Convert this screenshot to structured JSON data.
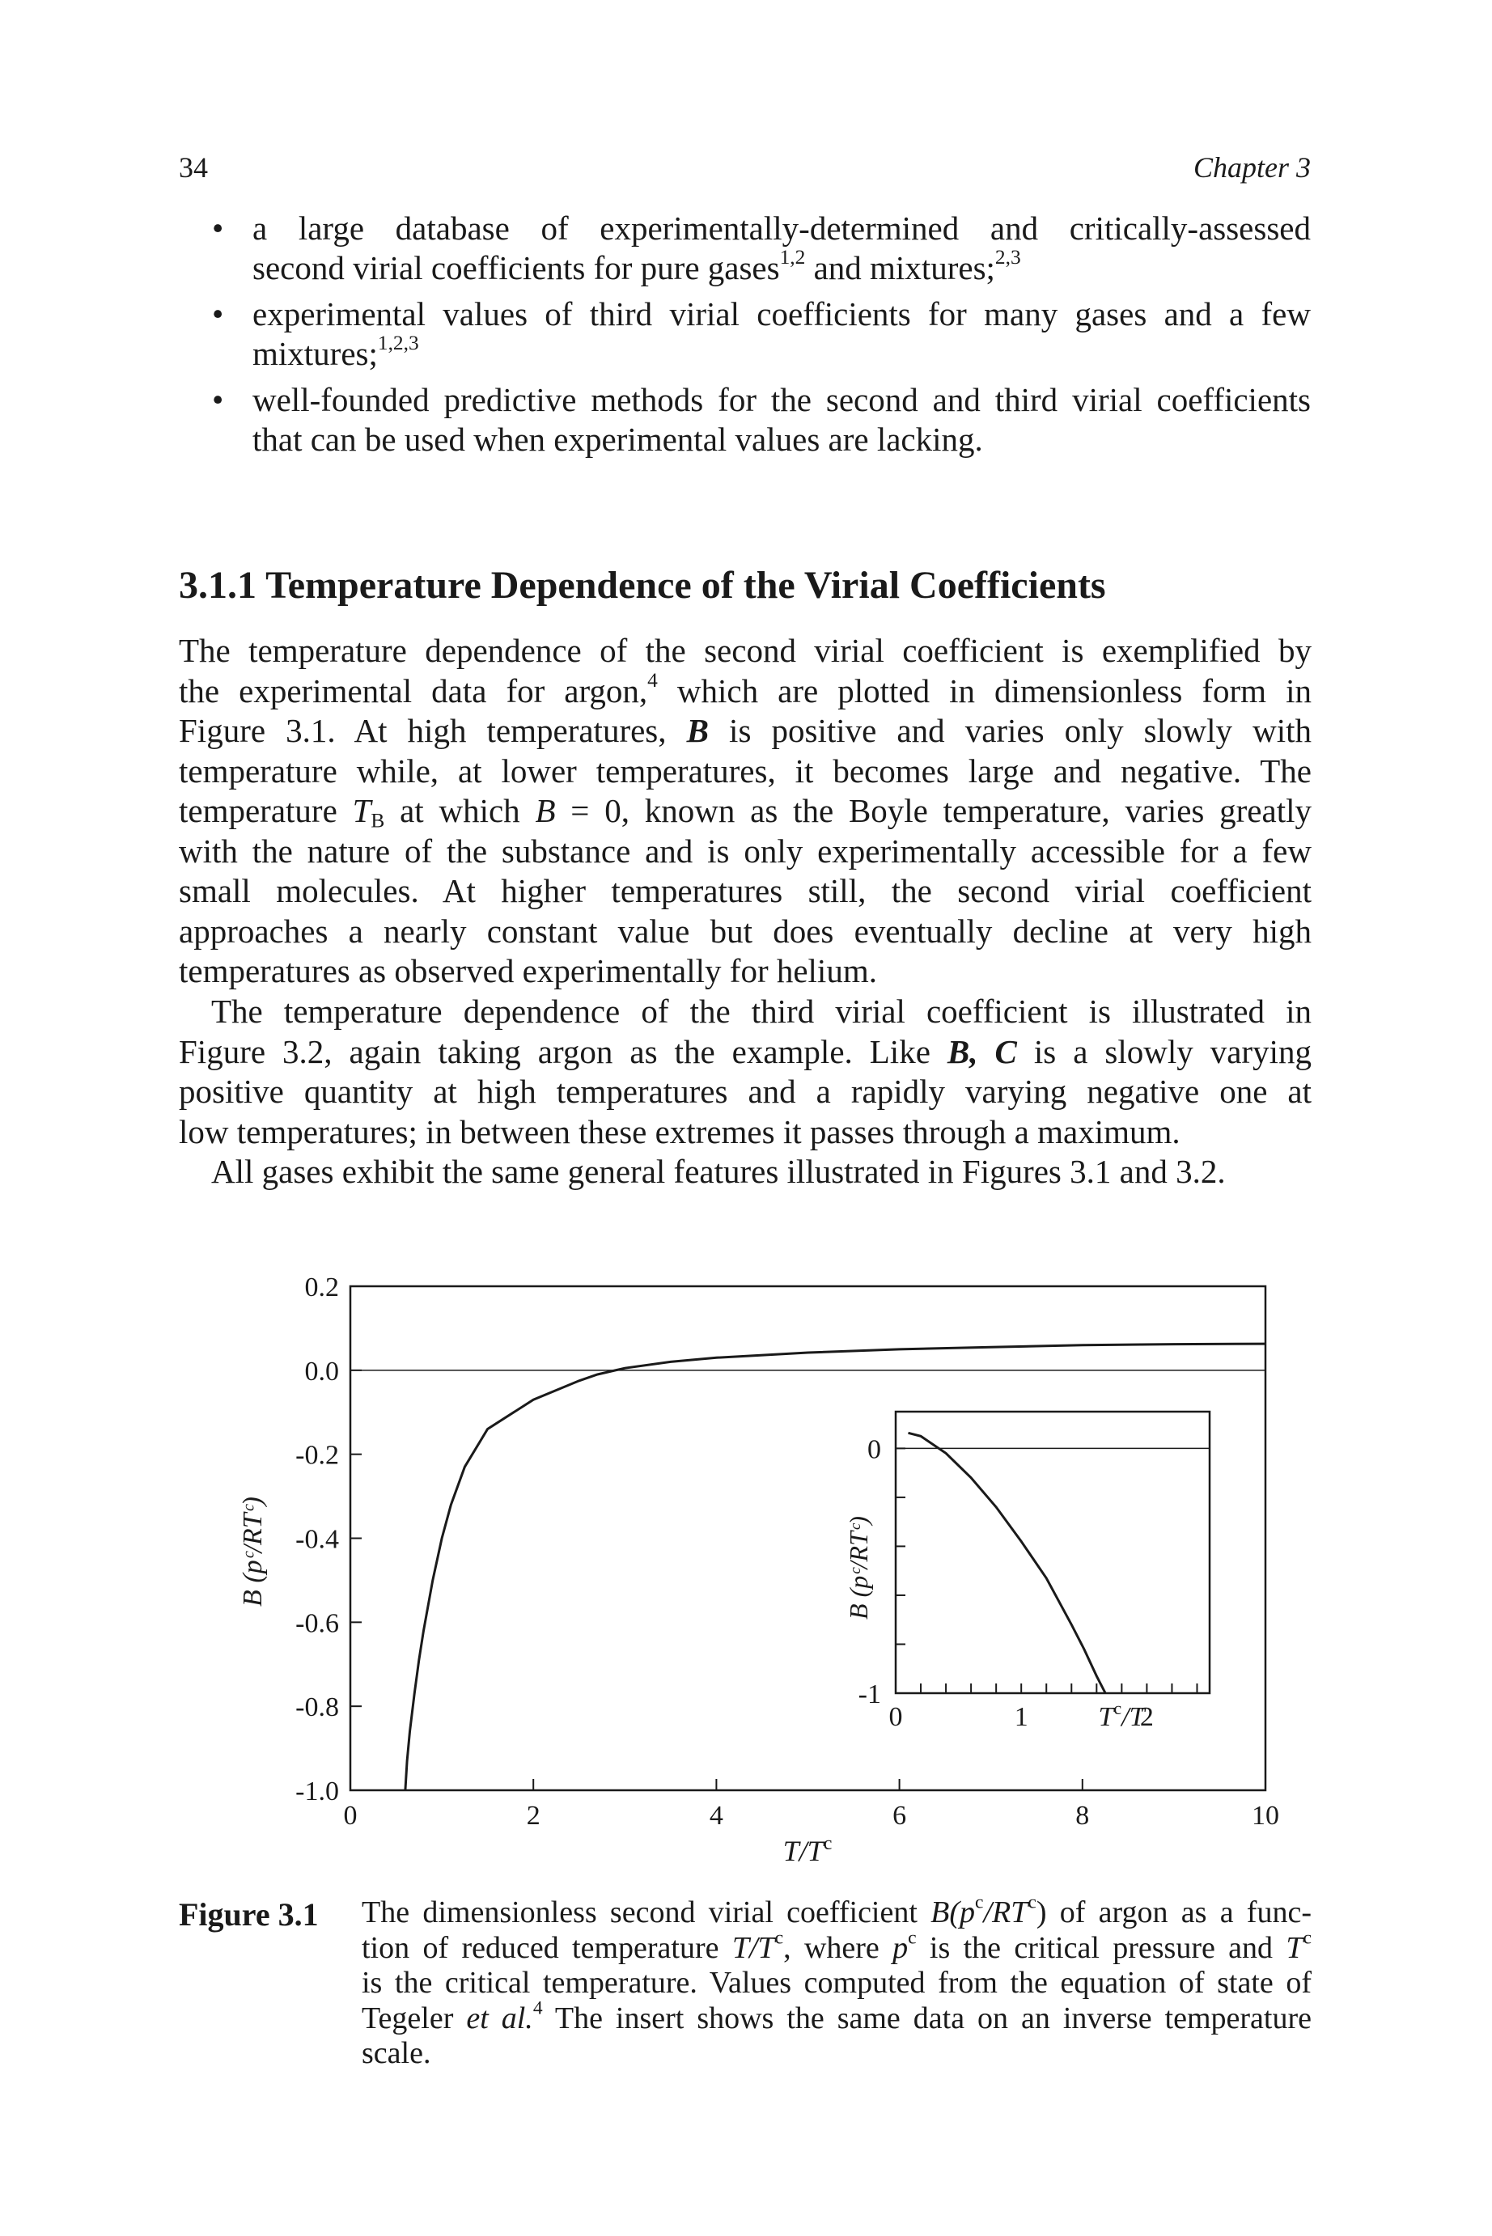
{
  "header": {
    "page_number": "34",
    "chapter": "Chapter 3"
  },
  "bullets": [
    {
      "line1": "a large database of experimentally-determined and critically-assessed",
      "line2_a": "second virial coefficients for pure gases",
      "line2_sup1": "1,2",
      "line2_b": " and mixtures;",
      "line2_sup2": "2,3"
    },
    {
      "line1": "experimental values of third virial coefficients for many gases and a few",
      "line2_a": "mixtures;",
      "line2_sup1": "1,2,3"
    },
    {
      "line1": "well-founded predictive methods for the second and third virial coefficients",
      "line2_a": "that can be used when experimental values are lacking."
    }
  ],
  "section": {
    "heading": "3.1.1  Temperature Dependence of the Virial Coefficients"
  },
  "para1": {
    "l1": "The temperature dependence of the second virial coefficient is exemplified by",
    "l2_a": "the experimental data for argon,",
    "l2_sup": "4",
    "l2_b": " which are plotted in dimensionless form in",
    "l3_a": "Figure 3.1. At high temperatures, ",
    "l3_B": "B",
    "l3_b": " is positive and varies only slowly with",
    "l4": "temperature while, at lower temperatures, it becomes large and negative. The",
    "l5_a": "temperature ",
    "l5_T": "T",
    "l5_sub": "B",
    "l5_b": " at which ",
    "l5_B": "B",
    "l5_c": " = 0, known as the Boyle temperature, varies greatly",
    "l6": "with the nature of the substance and is only experimentally accessible for a few",
    "l7": "small molecules. At higher temperatures still, the second virial coefficient",
    "l8": "approaches a nearly constant value but does eventually decline at very high",
    "l9": "temperatures as observed experimentally for helium."
  },
  "para2": {
    "l1": "The temperature dependence of the third virial coefficient is illustrated in",
    "l2_a": "Figure 3.2, again taking argon as the example. Like ",
    "l2_B": "B,",
    "l2_C": " C",
    "l2_b": " is a slowly varying",
    "l3": "positive quantity at high temperatures and a rapidly varying negative one at",
    "l4": "low temperatures; in between these extremes it passes through a maximum."
  },
  "para3": {
    "l1": "All gases exhibit the same general features illustrated in Figures 3.1 and 3.2."
  },
  "chart_data": [
    {
      "type": "line",
      "xlabel": "T/T^c",
      "ylabel": "B (p^c/RT^c)",
      "xlim": [
        0,
        10
      ],
      "ylim": [
        -1.0,
        0.2
      ],
      "x_ticks": [
        "0",
        "2",
        "4",
        "6",
        "8",
        "10"
      ],
      "y_ticks": [
        "0.2",
        "0.0",
        "-0.2",
        "-0.4",
        "-0.6",
        "-0.8",
        "-1.0"
      ],
      "reference_line_y": 0.0,
      "series": [
        {
          "x": [
            0.6,
            0.62,
            0.65,
            0.7,
            0.75,
            0.8,
            0.9,
            1.0,
            1.1,
            1.25,
            1.5,
            2.0,
            2.5,
            2.7,
            3.0,
            3.5,
            4.0,
            5.0,
            6.0,
            7.0,
            8.0,
            9.0,
            10.0
          ],
          "y": [
            -1.0,
            -0.93,
            -0.86,
            -0.77,
            -0.69,
            -0.62,
            -0.5,
            -0.4,
            -0.32,
            -0.23,
            -0.14,
            -0.07,
            -0.025,
            -0.01,
            0.005,
            0.02,
            0.03,
            0.042,
            0.05,
            0.055,
            0.06,
            0.062,
            0.063
          ]
        }
      ]
    },
    {
      "type": "line",
      "note_inset": true,
      "xlabel": "T^c/T",
      "ylabel": "B (p^c/RT^c)",
      "xlim": [
        0,
        2.5
      ],
      "ylim": [
        -1.0,
        0.15
      ],
      "x_ticks": [
        "0",
        "1",
        "2"
      ],
      "x_axis_caption": "T^c/T",
      "y_ticks": [
        "0",
        "-1"
      ],
      "reference_line_y": 0.0,
      "series": [
        {
          "x": [
            0.1,
            0.2,
            0.4,
            0.6,
            0.8,
            1.0,
            1.2,
            1.4,
            1.5,
            1.6,
            1.67
          ],
          "y": [
            0.063,
            0.05,
            -0.02,
            -0.12,
            -0.24,
            -0.38,
            -0.53,
            -0.72,
            -0.82,
            -0.93,
            -1.0
          ]
        }
      ]
    }
  ],
  "figure_text": {
    "main_xlabel_T": "T/T",
    "main_xlabel_sup": "c",
    "main_ylabel": "B (pᶜ/RTᶜ)",
    "inset_ylabel": "B (pᶜ/RTᶜ)",
    "inset_xcaption_a": "T",
    "inset_xcaption_sup": "c",
    "inset_xcaption_b": "/T"
  },
  "caption": {
    "label": "Figure 3.1",
    "l1_a": "The dimensionless second virial coefficient ",
    "l1_B": "B(p",
    "l1_sup1": "c",
    "l1_mid": "/RT",
    "l1_sup2": "c",
    "l1_b": ") of argon as a func-",
    "l2_a": "tion of reduced temperature ",
    "l2_T": "T/T",
    "l2_sup": "c",
    "l2_b": ", where ",
    "l2_p": "p",
    "l2_sup2": "c",
    "l2_c": " is the critical pressure and ",
    "l2_T2": "T",
    "l2_sup3": "c",
    "l3": "is the critical temperature. Values computed from the equation of state of",
    "l4_a": "Tegeler ",
    "l4_etal": "et al.",
    "l4_sup": "4",
    "l4_b": " The insert shows the same data on an inverse temperature",
    "l5": "scale."
  }
}
